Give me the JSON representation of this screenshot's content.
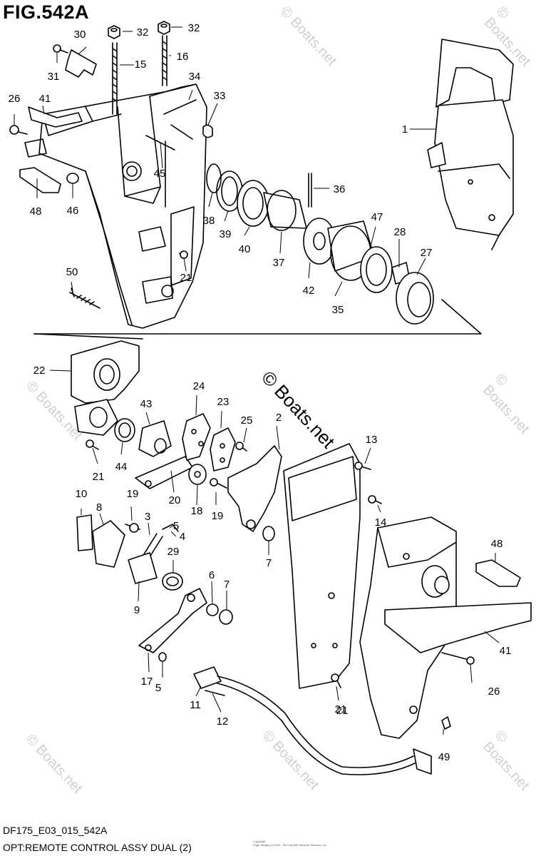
{
  "title": "FIG.542A",
  "footer": {
    "code": "DF175_E03_015_542A",
    "description": "OPT:REMOTE CONTROL ASSY DUAL (2)",
    "copyright_line1": "Copyright",
    "copyright_line2": "Page design (c) 2004 - 2017 by ARI Network Services, Inc."
  },
  "watermark": {
    "main": "© Boats.net",
    "faint": "© Boats.net"
  },
  "callouts": [
    "1",
    "2",
    "3",
    "4",
    "5",
    "5",
    "6",
    "7",
    "7",
    "8",
    "9",
    "10",
    "11",
    "12",
    "13",
    "14",
    "15",
    "16",
    "17",
    "18",
    "19",
    "19",
    "20",
    "21",
    "21",
    "21",
    "21",
    "22",
    "23",
    "24",
    "25",
    "26",
    "26",
    "27",
    "28",
    "29",
    "30",
    "31",
    "32",
    "32",
    "33",
    "34",
    "35",
    "36",
    "37",
    "38",
    "39",
    "40",
    "41",
    "41",
    "42",
    "43",
    "44",
    "45",
    "46",
    "47",
    "48",
    "48",
    "49",
    "50"
  ]
}
